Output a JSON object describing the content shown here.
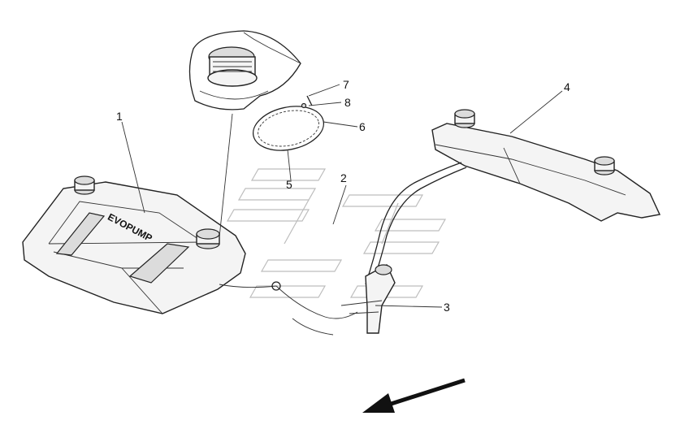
{
  "callouts": {
    "c1": "1",
    "c2": "2",
    "c3": "3",
    "c4": "4",
    "c5": "5",
    "c6": "6",
    "c7": "7",
    "c8": "8"
  },
  "tank_brand": "EVOPUMP",
  "colors": {
    "ink": "#222222",
    "watermark": "#bdbdbd",
    "background": "#ffffff"
  },
  "icons": {
    "direction": "arrow-left-icon"
  }
}
